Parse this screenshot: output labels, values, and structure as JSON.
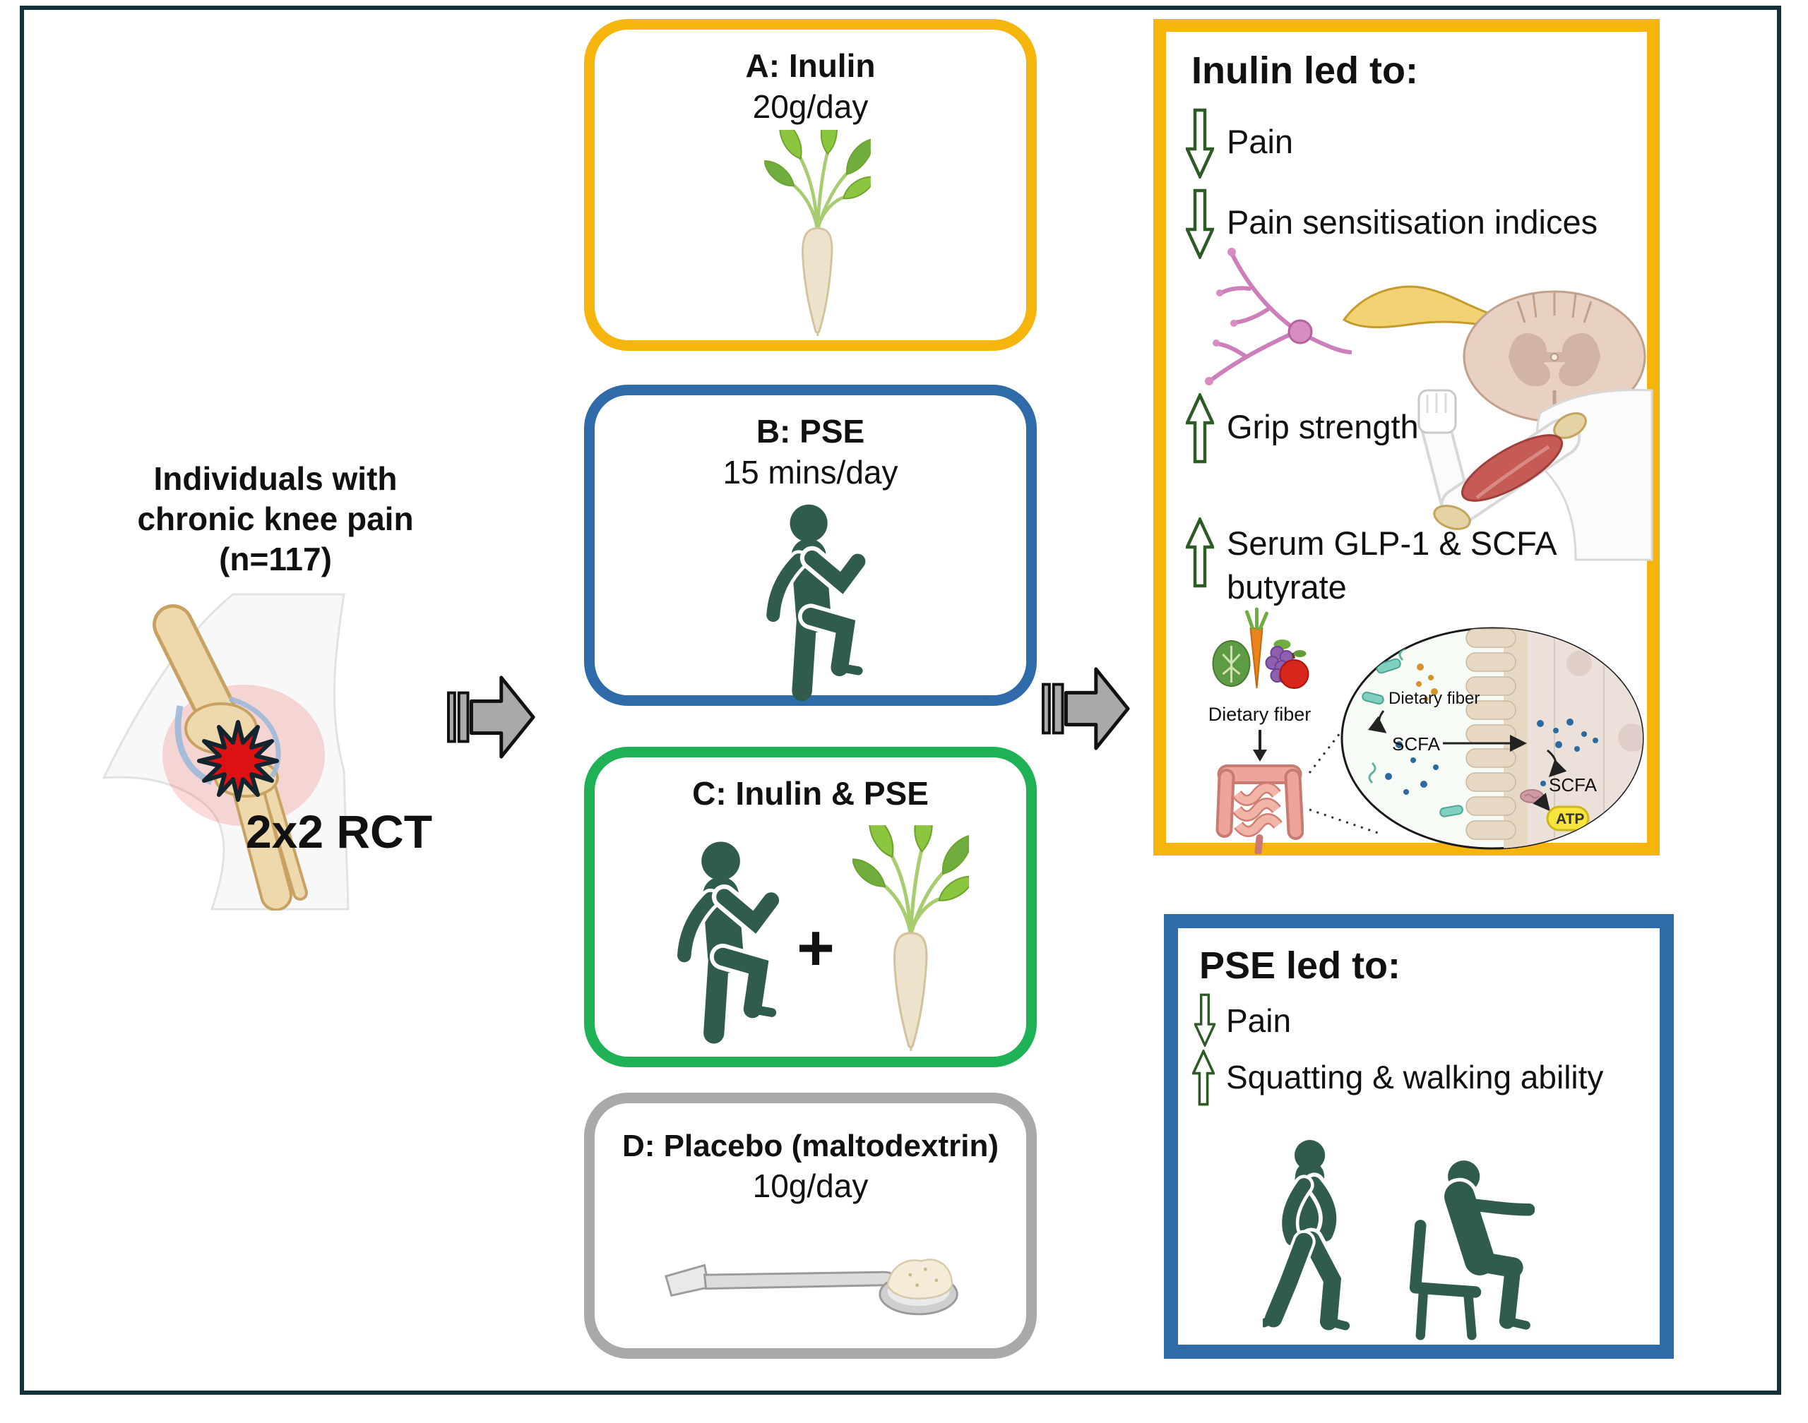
{
  "frame": {
    "border_color": "#15323c",
    "background": "#ffffff"
  },
  "population": {
    "line1": "Individuals with",
    "line2": "chronic knee pain",
    "line3": "(n=117)",
    "design": "2x2 RCT"
  },
  "arms": [
    {
      "letter": "A",
      "title": "A: Inulin",
      "subtitle": "20g/day",
      "border_color": "#f5b50d",
      "icon": "chicory-plant-icon"
    },
    {
      "letter": "B",
      "title": "B: PSE",
      "subtitle": "15 mins/day",
      "border_color": "#2e6ba8",
      "icon": "exercise-person-icon"
    },
    {
      "letter": "C",
      "title": "C: Inulin & PSE",
      "plus": "+",
      "border_color": "#1fb155",
      "icon": "exercise-person-icon + chicory-plant-icon"
    },
    {
      "letter": "D",
      "title": "D: Placebo (maltodextrin)",
      "subtitle": "10g/day",
      "border_color": "#a9a9a9",
      "icon": "spoon-powder-icon"
    }
  ],
  "inulin_results": {
    "title": "Inulin led to:",
    "border_color": "#f5b50d",
    "items": [
      {
        "direction": "down",
        "label": "Pain"
      },
      {
        "direction": "down",
        "label": "Pain sensitisation indices"
      },
      {
        "direction": "up",
        "label": "Grip strength"
      },
      {
        "direction": "up",
        "label_line1": "Serum GLP-1 & SCFA",
        "label_line2": "butyrate"
      }
    ],
    "gut_figure": {
      "outer_label": "Dietary fiber",
      "inset": {
        "dietary_fiber": "Dietary fiber",
        "scfa": "SCFA",
        "scfa_cell": "SCFA",
        "atp": "ATP"
      }
    }
  },
  "pse_results": {
    "title": "PSE led to:",
    "border_color": "#2e6ba8",
    "items": [
      {
        "direction": "down",
        "label": "Pain"
      },
      {
        "direction": "up",
        "label": "Squatting & walking ability"
      }
    ]
  },
  "palette": {
    "flow_arrow_gray": "#a9a9a9",
    "icon_green": "#305c4c",
    "outline_arrow_green": "#2d5b25",
    "pain_red": "#dd1111",
    "bone_tan": "#edd9ab",
    "atp_yellow": "#f7e53d"
  }
}
